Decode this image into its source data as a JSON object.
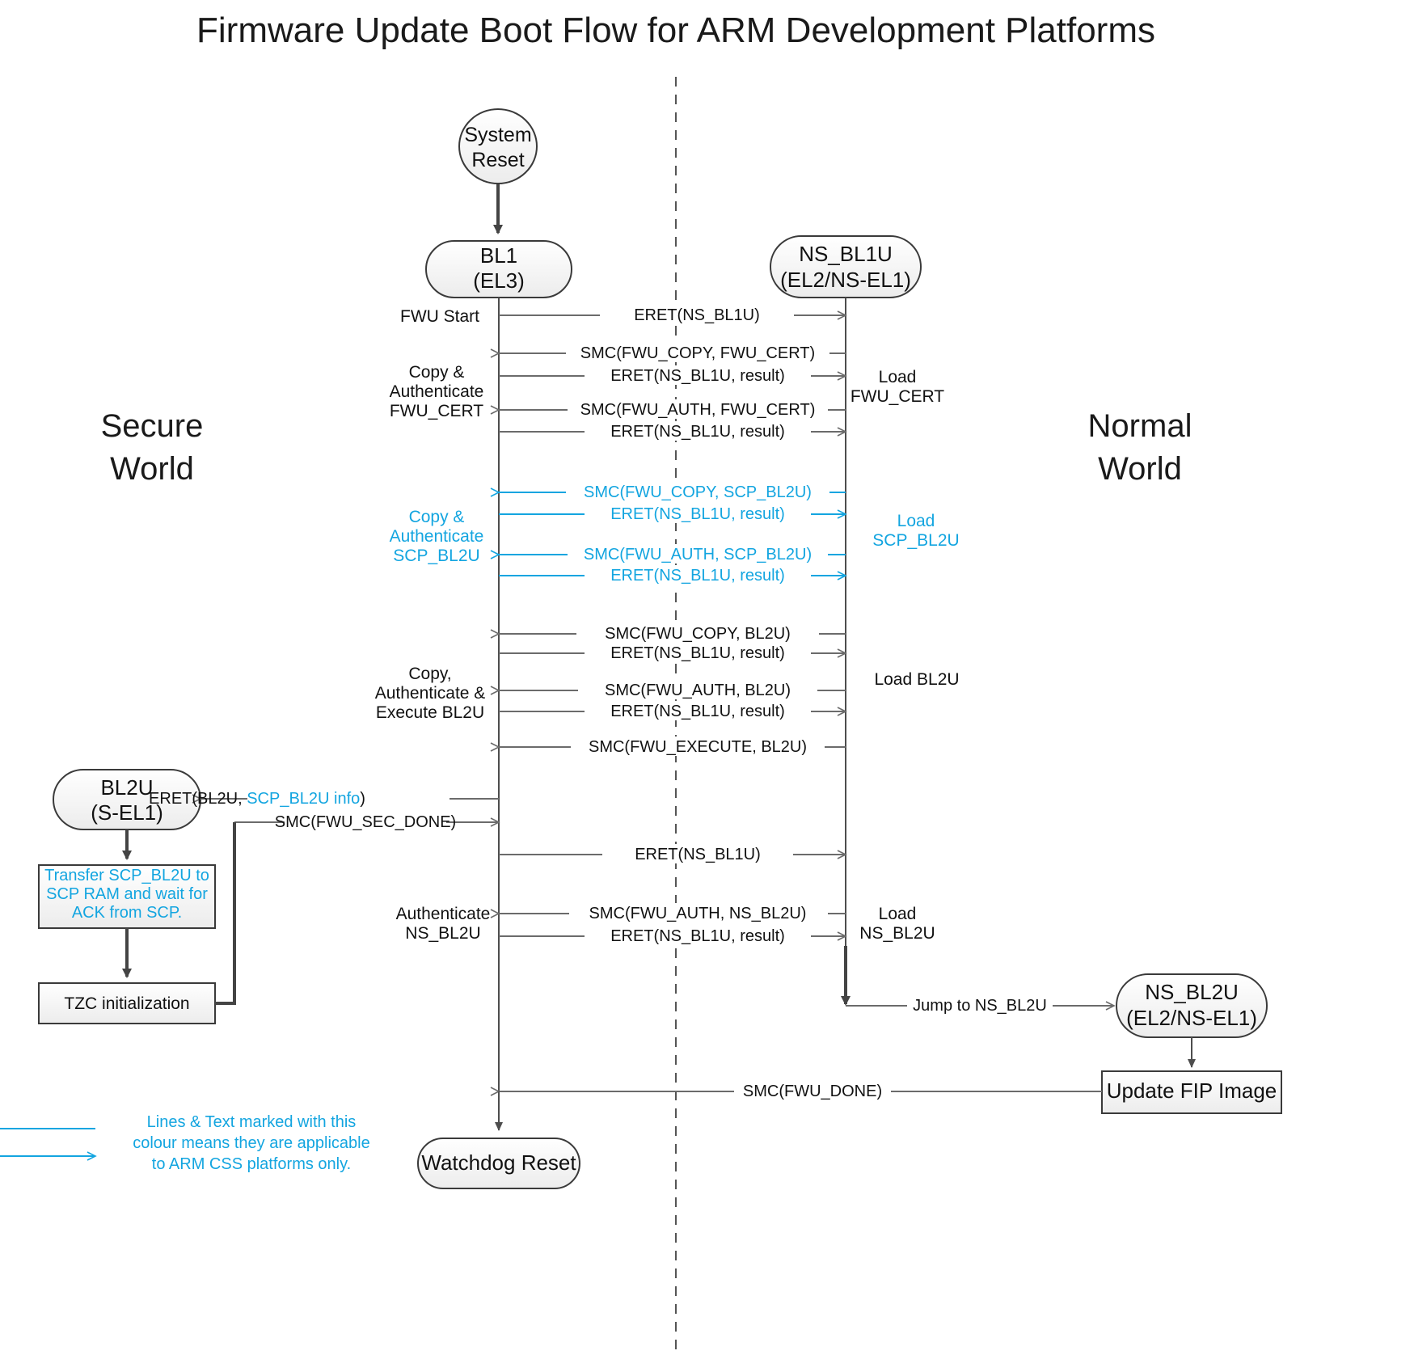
{
  "title": "Firmware Update Boot Flow for ARM Development Platforms",
  "colors": {
    "cyan": "#13a5e0",
    "text": "#111111",
    "line": "#6b6b6b",
    "flow": "#444444"
  },
  "worlds": {
    "secure": {
      "line1": "Secure",
      "line2": "World"
    },
    "normal": {
      "line1": "Normal",
      "line2": "World"
    }
  },
  "nodes": {
    "system_reset": {
      "line1": "System",
      "line2": "Reset"
    },
    "bl1": {
      "line1": "BL1",
      "line2": "(EL3)"
    },
    "ns_bl1u": {
      "line1": "NS_BL1U",
      "line2": "(EL2/NS-EL1)"
    },
    "bl2u": {
      "line1": "BL2U",
      "line2": "(S-EL1)"
    },
    "ns_bl2u": {
      "line1": "NS_BL2U",
      "line2": "(EL2/NS-EL1)"
    },
    "watchdog_reset": {
      "line1": "Watchdog Reset"
    },
    "transfer_box": {
      "line1": "Transfer SCP_BL2U to",
      "line2": "SCP RAM and wait for",
      "line3": "ACK from SCP."
    },
    "tzc_box": {
      "line1": "TZC initialization"
    },
    "update_fip_box": {
      "line1": "Update FIP Image"
    }
  },
  "messages": [
    {
      "id": "m1",
      "text": "ERET(NS_BL1U)",
      "dir": "right",
      "color": "dark"
    },
    {
      "id": "m2",
      "text": "SMC(FWU_COPY, FWU_CERT)",
      "dir": "left",
      "color": "dark"
    },
    {
      "id": "m3",
      "text": "ERET(NS_BL1U, result)",
      "dir": "right",
      "color": "dark"
    },
    {
      "id": "m4",
      "text": "SMC(FWU_AUTH, FWU_CERT)",
      "dir": "left",
      "color": "dark"
    },
    {
      "id": "m5",
      "text": "ERET(NS_BL1U, result)",
      "dir": "right",
      "color": "dark"
    },
    {
      "id": "m6",
      "text": "SMC(FWU_COPY, SCP_BL2U)",
      "dir": "left",
      "color": "cyan"
    },
    {
      "id": "m7",
      "text": "ERET(NS_BL1U, result)",
      "dir": "right",
      "color": "cyan"
    },
    {
      "id": "m8",
      "text": "SMC(FWU_AUTH, SCP_BL2U)",
      "dir": "left",
      "color": "cyan"
    },
    {
      "id": "m9",
      "text": "ERET(NS_BL1U, result)",
      "dir": "right",
      "color": "cyan"
    },
    {
      "id": "m10",
      "text": "SMC(FWU_COPY, BL2U)",
      "dir": "left",
      "color": "dark"
    },
    {
      "id": "m11",
      "text": "ERET(NS_BL1U, result)",
      "dir": "right",
      "color": "dark"
    },
    {
      "id": "m12",
      "text": "SMC(FWU_AUTH, BL2U)",
      "dir": "left",
      "color": "dark"
    },
    {
      "id": "m13",
      "text": "ERET(NS_BL1U, result)",
      "dir": "right",
      "color": "dark"
    },
    {
      "id": "m14",
      "text": "SMC(FWU_EXECUTE, BL2U)",
      "dir": "left",
      "color": "dark"
    },
    {
      "id": "m17",
      "text": "ERET(NS_BL1U)",
      "dir": "right",
      "color": "dark"
    },
    {
      "id": "m18",
      "text": "SMC(FWU_AUTH, NS_BL2U)",
      "dir": "left",
      "color": "dark"
    },
    {
      "id": "m19",
      "text": "ERET(NS_BL1U, result)",
      "dir": "right",
      "color": "dark"
    }
  ],
  "bl2u_messages": {
    "eret_bl2u_prefix": "ERET(BL2U, ",
    "eret_bl2u_cyan": "SCP_BL2U info",
    "eret_bl2u_suffix": ")",
    "smc_sec_done": "SMC(FWU_SEC_DONE)"
  },
  "bottom_messages": {
    "jump_to_ns_bl2u": "Jump to NS_BL2U",
    "smc_fwu_done": "SMC(FWU_DONE)"
  },
  "left_annotations": [
    {
      "id": "a1",
      "lines": [
        "FWU Start"
      ],
      "color": "dark"
    },
    {
      "id": "a2",
      "lines": [
        "Copy &",
        "Authenticate",
        "FWU_CERT"
      ],
      "color": "dark"
    },
    {
      "id": "a3",
      "lines": [
        "Copy &",
        "Authenticate",
        "SCP_BL2U"
      ],
      "color": "cyan"
    },
    {
      "id": "a4",
      "lines": [
        "Copy,",
        "Authenticate &",
        "Execute BL2U"
      ],
      "color": "dark"
    },
    {
      "id": "a5",
      "lines": [
        "Authenticate",
        "NS_BL2U"
      ],
      "color": "dark"
    }
  ],
  "right_annotations": [
    {
      "id": "r1",
      "lines": [
        "Load",
        "FWU_CERT"
      ],
      "color": "dark"
    },
    {
      "id": "r2",
      "lines": [
        "Load",
        "SCP_BL2U"
      ],
      "color": "cyan"
    },
    {
      "id": "r3",
      "lines": [
        "Load BL2U"
      ],
      "color": "dark"
    },
    {
      "id": "r4",
      "lines": [
        "Load",
        "NS_BL2U"
      ],
      "color": "dark"
    }
  ],
  "legend": {
    "line1": "Lines & Text marked with this",
    "line2": "colour means they are applicable",
    "line3": "to ARM CSS platforms only."
  }
}
